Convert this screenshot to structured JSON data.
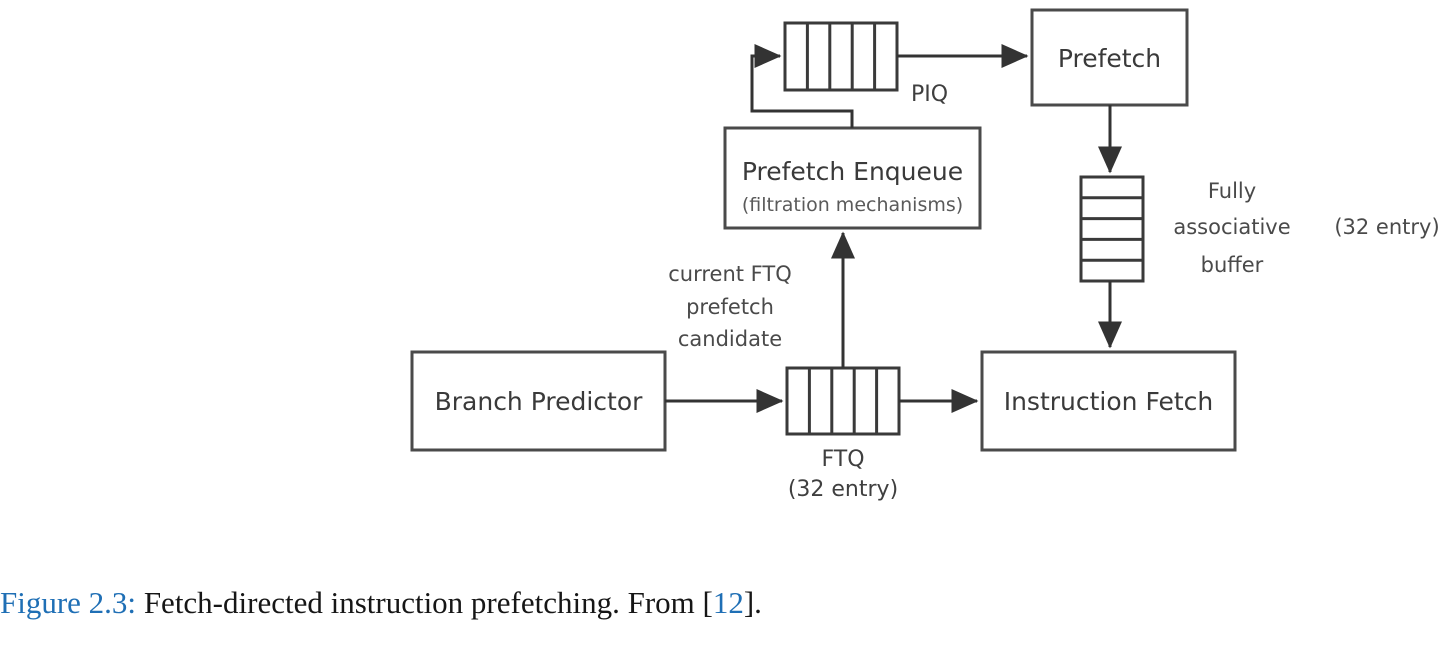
{
  "figure": {
    "diagram_type": "block-diagram",
    "title_visible": false,
    "nodes": {
      "branch_predictor": {
        "label": "Branch Predictor"
      },
      "instruction_fetch": {
        "label": "Instruction Fetch"
      },
      "prefetch": {
        "label": "Prefetch"
      },
      "prefetch_enqueue": {
        "label": "Prefetch Enqueue",
        "sublabel": "(filtration mechanisms)"
      }
    },
    "queues": {
      "piq": {
        "label": "PIQ",
        "cells": 5,
        "orientation": "horizontal"
      },
      "ftq": {
        "label": "FTQ",
        "sublabel": "(32 entry)",
        "cells": 5,
        "orientation": "horizontal"
      },
      "buffer": {
        "label_line1": "Fully",
        "label_line2": "associative",
        "label_line3": "buffer",
        "capacity_note": "(32 entry)",
        "cells": 5,
        "orientation": "vertical"
      }
    },
    "annotations": {
      "ftq_candidate_line1": "current FTQ",
      "ftq_candidate_line2": "prefetch",
      "ftq_candidate_line3": "candidate"
    },
    "colors": {
      "stroke": "#3a3a3a",
      "text": "#3b3b3b",
      "caption_link": "#1f6fb5",
      "caption_body": "#161616",
      "background": "#ffffff"
    }
  },
  "caption": {
    "figure_number": "Figure 2.3:",
    "text": " Fetch-directed instruction prefetching. From [",
    "citation": "12",
    "tail": "]."
  }
}
